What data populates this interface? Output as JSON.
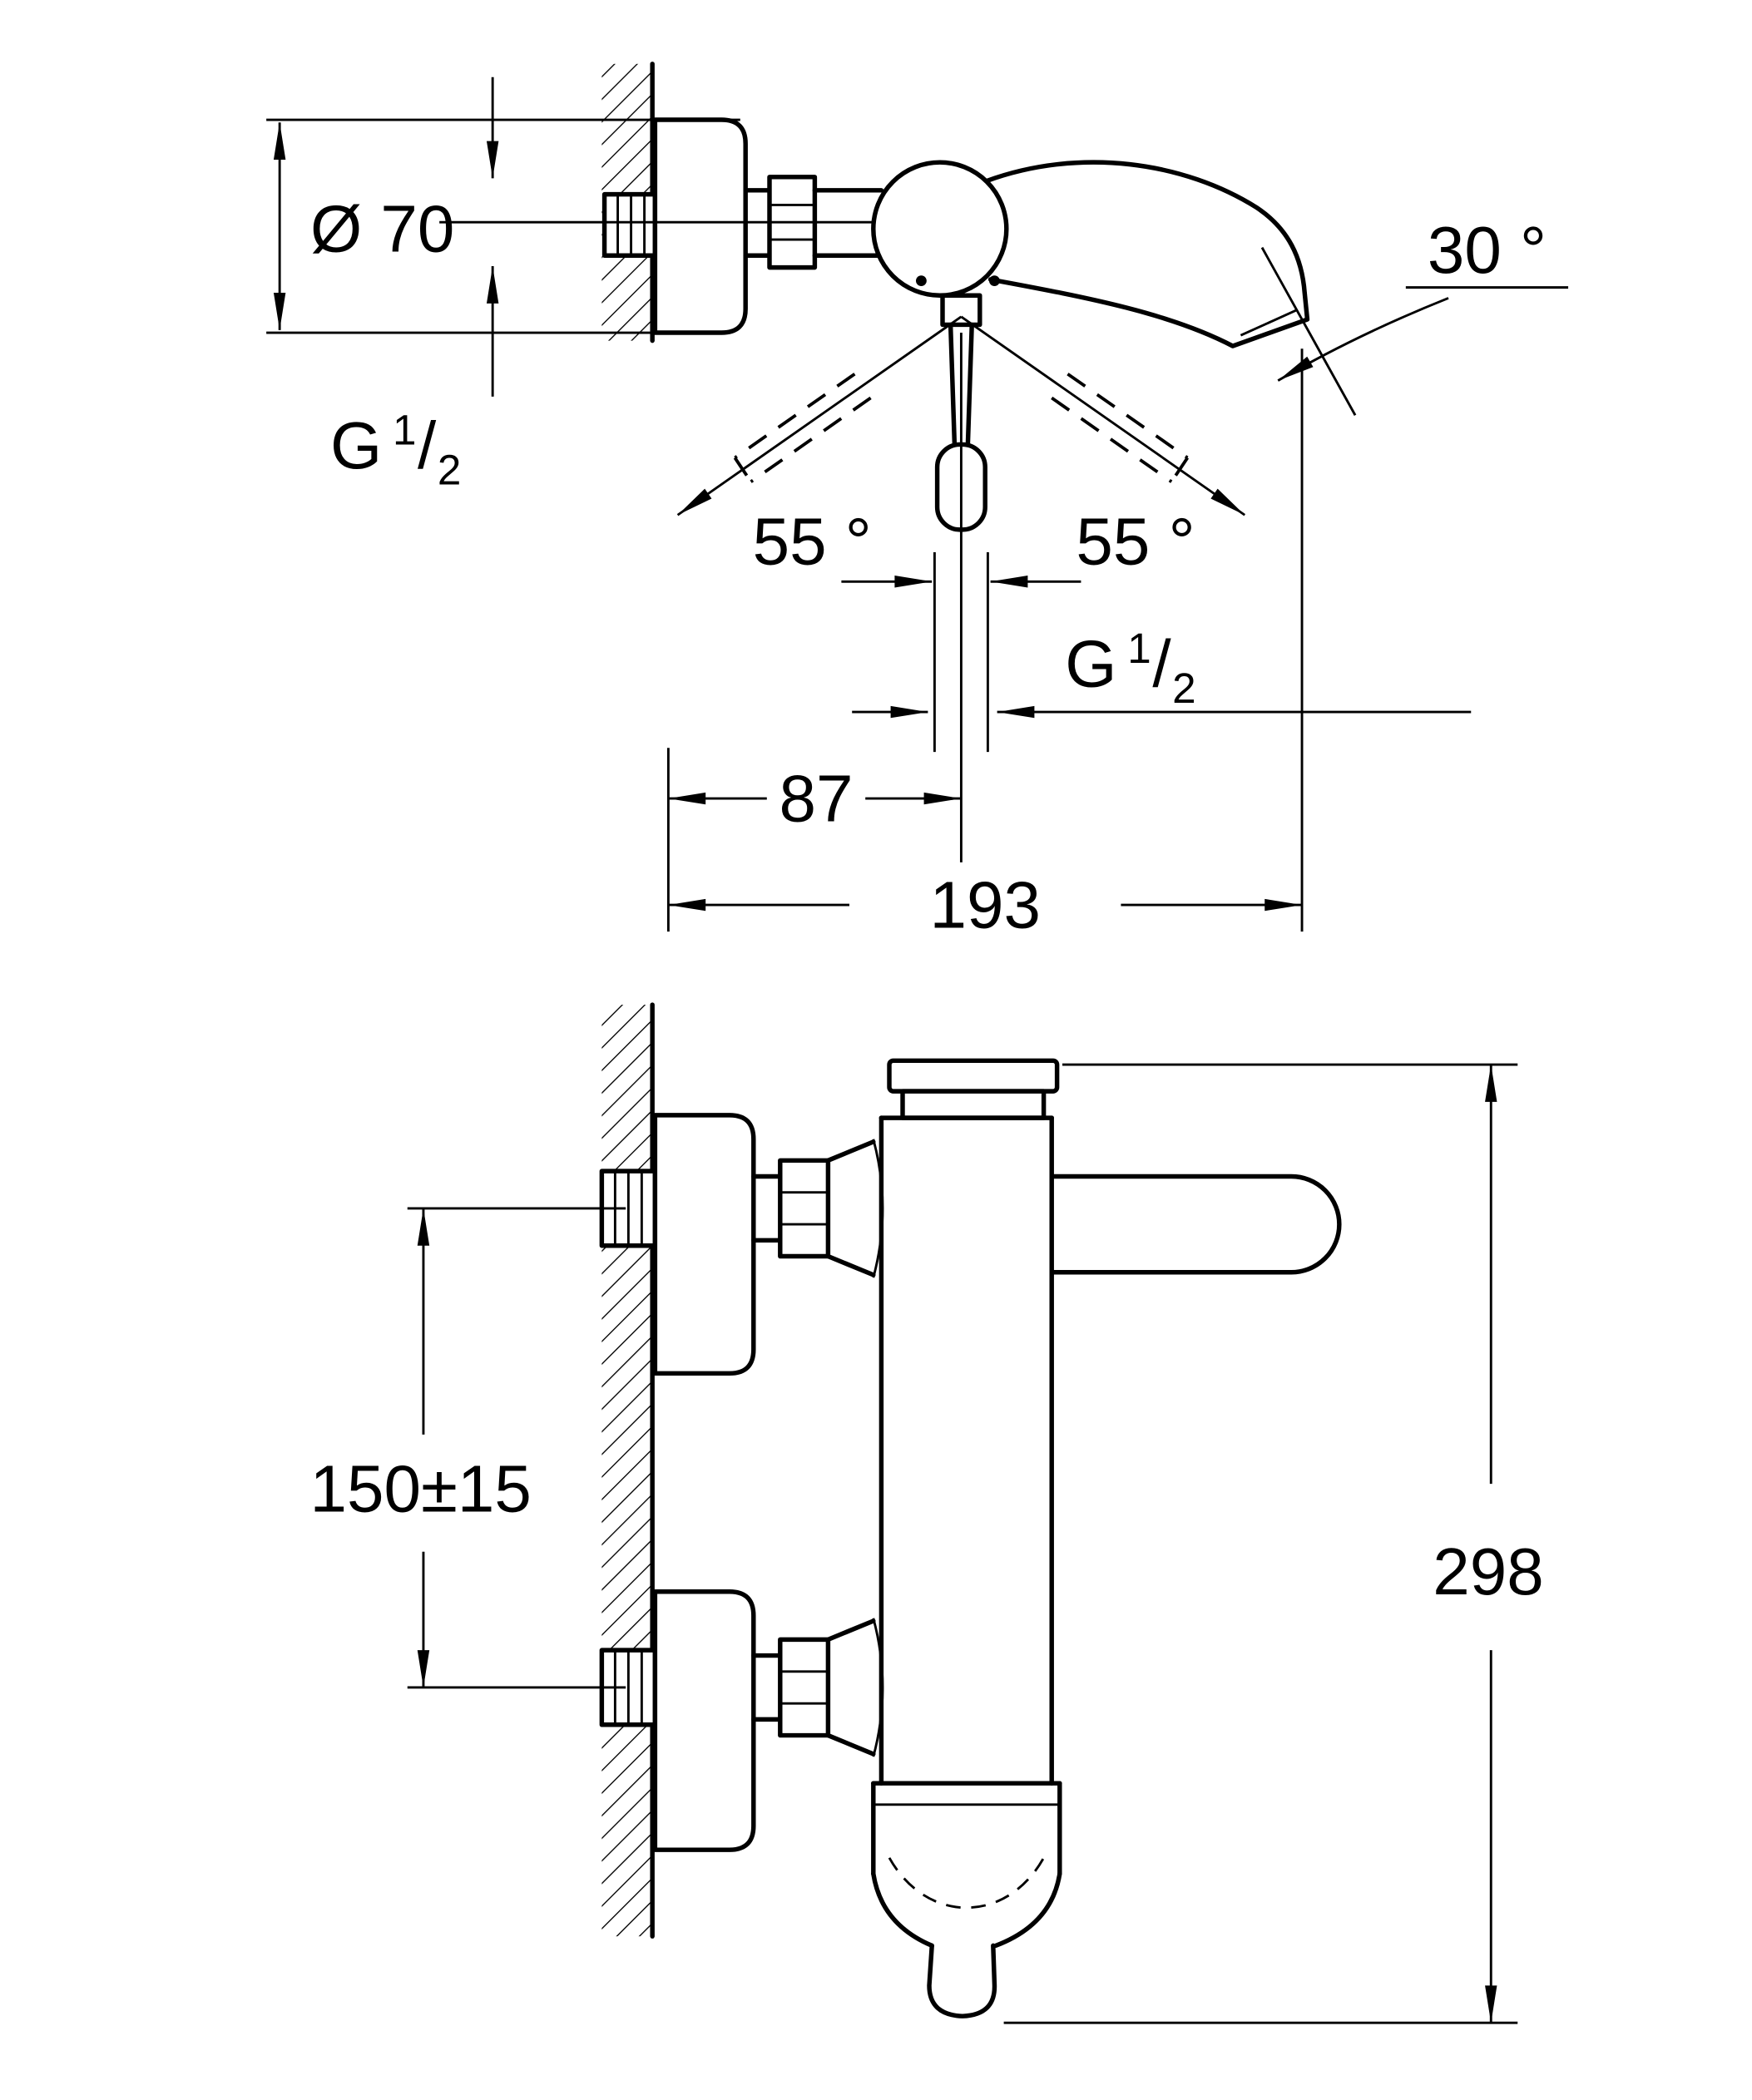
{
  "colors": {
    "line": "#000000",
    "background": "#ffffff"
  },
  "plan_view": {
    "diameter": "Ø 70",
    "inlet_thread": {
      "prefix": "G",
      "numerator": "1",
      "slash": "/",
      "denominator": "2"
    },
    "spout_angle": "30 °",
    "swing_left": "55 °",
    "swing_right": "55 °",
    "spout_thread": {
      "prefix": "G",
      "numerator": "1",
      "slash": "/",
      "denominator": "2"
    },
    "offset_to_handle": "87",
    "spout_reach": "193"
  },
  "elevation_view": {
    "connection_spacing": "150±15",
    "total_height": "298"
  }
}
